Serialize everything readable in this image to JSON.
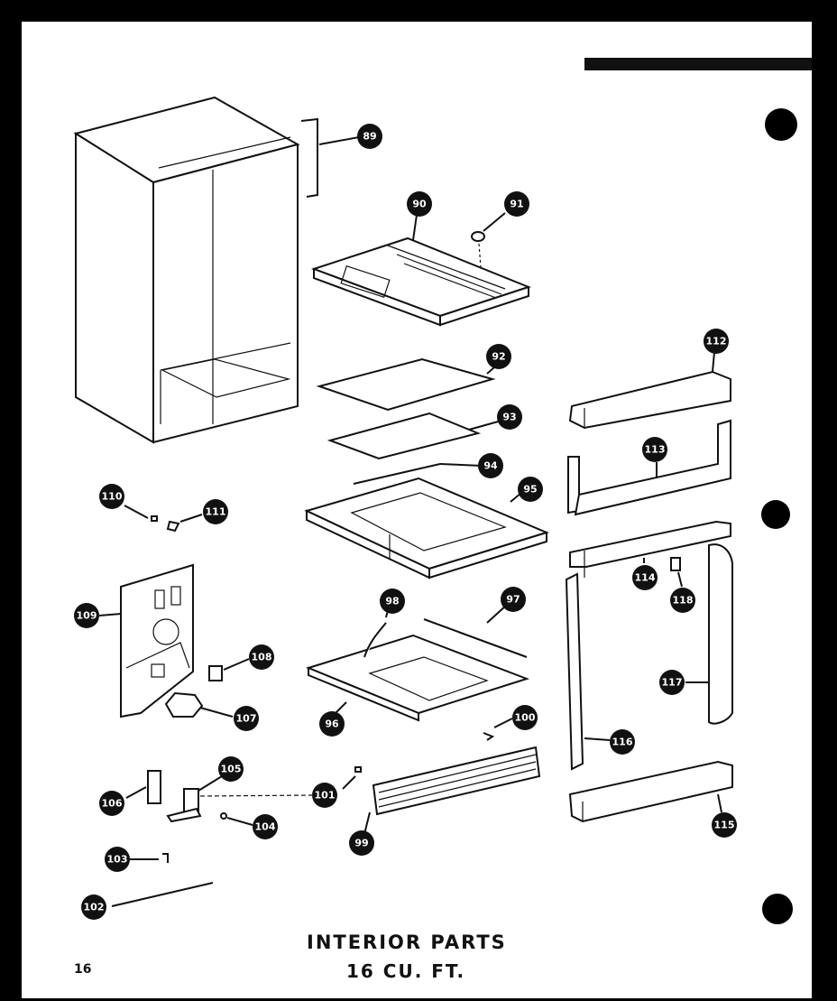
{
  "title": {
    "line1": "INTERIOR  PARTS",
    "line2": "16 CU. FT."
  },
  "page_number": "16",
  "callouts": [
    "89",
    "90",
    "91",
    "92",
    "93",
    "94",
    "95",
    "96",
    "97",
    "98",
    "99",
    "100",
    "101",
    "102",
    "103",
    "104",
    "105",
    "106",
    "107",
    "108",
    "109",
    "110",
    "111",
    "112",
    "113",
    "114",
    "115",
    "116",
    "117",
    "118"
  ],
  "colors": {
    "paper": "#ffffff",
    "ink": "#111111",
    "border": "#000000"
  }
}
